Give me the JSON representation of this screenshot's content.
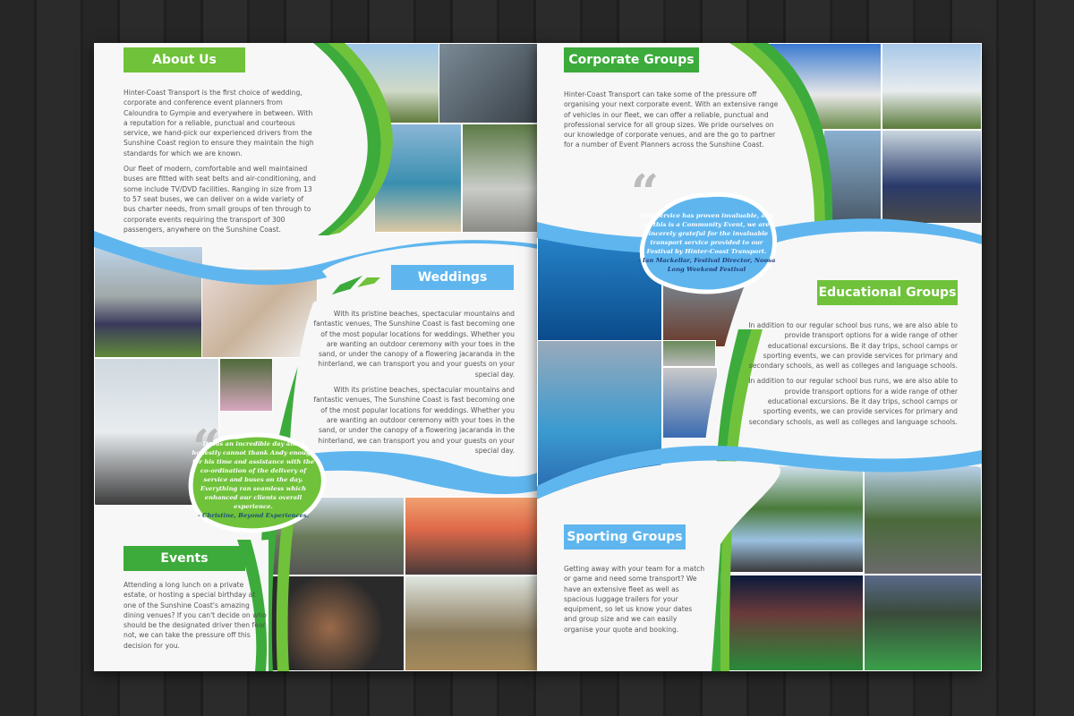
{
  "colors": {
    "green": "#3cab3b",
    "lime": "#6fc23a",
    "blue": "#5fb6ef",
    "wood": "#262626"
  },
  "left": {
    "about": {
      "title": "About Us",
      "p1": "Hinter-Coast Transport is the first choice of wedding, corporate and conference event planners from Caloundra to Gympie and everywhere in between. With a reputation for a reliable, punctual and courteous service, we hand-pick our experienced drivers from the Sunshine Coast region to ensure they maintain the high standards for which we are known.",
      "p2": "Our fleet of modern, comfortable and well maintained buses are fitted with seat belts and air-conditioning, and some include TV/DVD facilities. Ranging in size from 13 to 57 seat buses, we can deliver on a wide variety of bus charter needs, from small groups of ten through to corporate events requiring the transport of 300 passengers, anywhere on the Sunshine Coast."
    },
    "weddings": {
      "title": "Weddings",
      "p1": "With its pristine beaches, spectacular mountains and fantastic venues, The Sunshine Coast is fast becoming one of the most popular locations for weddings. Whether you are wanting an outdoor ceremony with your toes in the sand, or under the canopy of a flowering jacaranda in the hinterland, we can transport you and your guests on your special day.",
      "p2": "With its pristine beaches, spectacular mountains and fantastic venues, The Sunshine Coast is fast becoming one of the most popular locations for weddings. Whether you are wanting an outdoor ceremony with your toes in the sand, or under the canopy of a flowering jacaranda in the hinterland, we can transport you and your guests on your special day."
    },
    "quote": {
      "text": "It was an incredible day and I honestly cannot thank Andy enough for his time and assistance with the co-ordination of the delivery of service and buses on the day. Everything ran seamless which enhanced our clients overall experience.",
      "author": "- Christine, Beyond Experiences."
    },
    "events": {
      "title": "Events",
      "p1": "Attending a long lunch on a private estate, or hosting a special birthday at one of the Sunshine Coast's amazing dining venues? If you can't decide on who should be the designated driver then fear not, we can take the pressure off this decision for you."
    },
    "photos": [
      "bus",
      "driver",
      "beach",
      "parked-buses",
      "wedding-party",
      "flowers-invitation",
      "bus-front",
      "flowers",
      "group",
      "sunset",
      "food",
      "long-lunch"
    ]
  },
  "right": {
    "corporate": {
      "title": "Corporate Groups",
      "p1": "Hinter-Coast Transport can take some of the pressure off organising your next corporate event. With an extensive range of vehicles in our fleet, we can offer a reliable, punctual and professional service for all group sizes. We pride ourselves on our knowledge of corporate venues, and are the go to partner for a number of Event Planners across the Sunshine Coast."
    },
    "quote": {
      "text": "This service has proven invaluable, and as this is a Community Event, we are sincerely grateful for the invaluable transport service provided to our Festival by Hinter-Coast Transport.",
      "author": "- Ian Mackellar, Festival Director, Noosa Long Weekend Festival"
    },
    "educational": {
      "title": "Educational Groups",
      "p1": "In addition to our regular school bus runs, we are also able to provide transport options for a wide range of other educational excursions. Be it day trips, school camps or sporting events, we can provide services for primary and secondary schools, as well as colleges and language schools.",
      "p2": "In addition to our regular school bus runs, we are also able to provide transport options for a wide range of other educational excursions. Be it day trips, school camps or sporting events, we can provide services for primary and secondary schools, as well as colleges and language schools."
    },
    "sporting": {
      "title": "Sporting Groups",
      "p1": "Getting away with your team for a match or game and need some transport? We have an extensive fleet as well as spacious luggage trailers for your equipment, so let us know your dates and group size and we can easily organise your quote and booking."
    },
    "photos": [
      "building",
      "bus-side",
      "people-bus",
      "driver",
      "swimmer",
      "general-store",
      "woman-cockatoo",
      "cars",
      "man-in-car",
      "golf-group",
      "bus-stop",
      "stadium-night",
      "stadium-day"
    ]
  }
}
